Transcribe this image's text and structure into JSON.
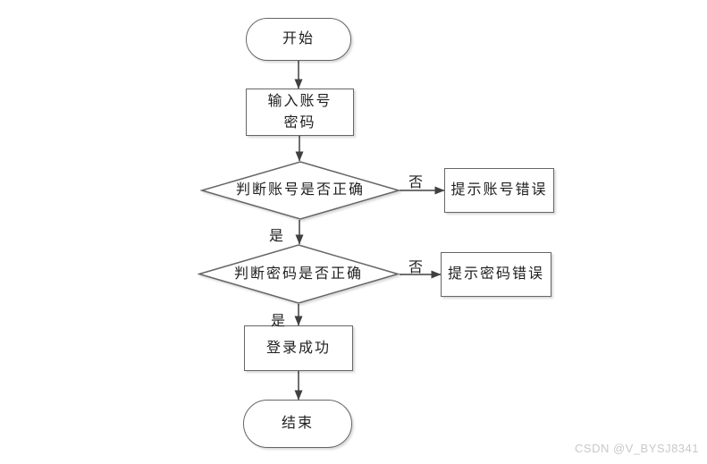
{
  "colors": {
    "node_border": "#666666",
    "node_fill": "#ffffff",
    "arrow": "#404040",
    "text": "#1f1f1f",
    "watermark_text": "#c9c9c9"
  },
  "flowchart": {
    "nodes": [
      {
        "id": "start",
        "type": "terminator",
        "label": "开始"
      },
      {
        "id": "input-credentials",
        "type": "process",
        "label": "输入账号\n密码"
      },
      {
        "id": "check-account",
        "type": "decision",
        "label": "判断账号是否正确"
      },
      {
        "id": "account-error",
        "type": "process",
        "label": "提示账号错误"
      },
      {
        "id": "check-password",
        "type": "decision",
        "label": "判断密码是否正确"
      },
      {
        "id": "password-error",
        "type": "process",
        "label": "提示密码错误"
      },
      {
        "id": "login-success",
        "type": "process",
        "label": "登录成功"
      },
      {
        "id": "end",
        "type": "terminator",
        "label": "结束"
      }
    ],
    "edge_labels": {
      "account_yes": "是",
      "account_no": "否",
      "password_yes": "是",
      "password_no": "否"
    }
  },
  "watermark": "CSDN @V_BYSJ8341"
}
